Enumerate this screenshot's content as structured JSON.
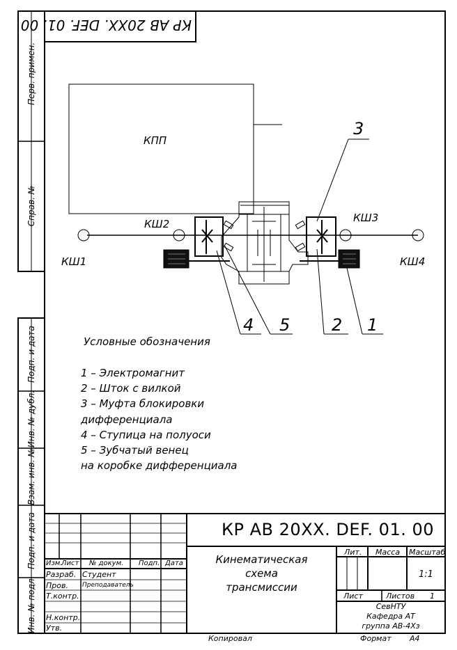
{
  "stamp_code": "КР АВ 20ХХ. DEF. 01. 00",
  "side_strip": [
    "Перв. примен.",
    "Справ. №",
    "Подп. и дата",
    "Инв. № дубл.",
    "Взам. инв. №",
    "Подп. и дата",
    "Инв. № подл."
  ],
  "scheme": {
    "kpp": "КПП",
    "ksh1": "КШ1",
    "ksh2": "КШ2",
    "ksh3": "КШ3",
    "ksh4": "КШ4",
    "callouts": [
      "3",
      "4",
      "5",
      "2",
      "1"
    ]
  },
  "legend": {
    "title": "Условные обозначения",
    "items": [
      "1 – Электромагнит",
      "2 – Шток с вилкой",
      "3 – Муфта блокировки",
      "дифференциала",
      "4 – Ступица на полуоси",
      "5 – Зубчатый венец",
      "на коробке дифференциала"
    ]
  },
  "title_block": {
    "designation": "КР АВ 20ХХ. DEF. 01. 00",
    "col_headers": [
      "Изм.",
      "Лист",
      "№ докум.",
      "Подп.",
      "Дата"
    ],
    "roles": [
      "Разраб.",
      "Пров.",
      "Т.контр.",
      "Н.контр.",
      "Утв."
    ],
    "developer": "Студент",
    "checker": "Преподаватель",
    "name_lines": [
      "Кинематическая",
      "схема",
      "трансмиссии"
    ],
    "lit_label": "Лит.",
    "mass_label": "Масса",
    "scale_label": "Масштаб",
    "scale_value": "1:1",
    "sheet_label": "Лист",
    "sheets_label": "Листов",
    "sheets_value": "1",
    "org_lines": [
      "СевНТУ",
      "Кафедра АТ",
      "группа АВ-4Хз"
    ],
    "copied": "Копировал",
    "format_label": "Формат",
    "format_value": "А4"
  }
}
